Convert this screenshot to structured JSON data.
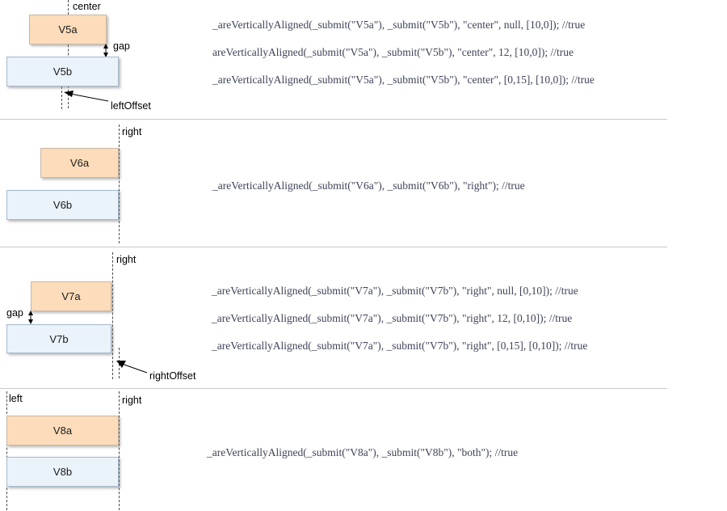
{
  "sections": [
    {
      "labels": {
        "guide": "center",
        "gap": "gap",
        "offset": "leftOffset"
      },
      "box_a": "V5a",
      "box_b": "V5b",
      "code": [
        "_areVerticallyAligned(_submit(\"V5a\"), _submit(\"V5b\"), \"center\", null, [10,0]); //true",
        "areVerticallyAligned(_submit(\"V5a\"), _submit(\"V5b\"), \"center\", 12, [10,0]); //true",
        "_areVerticallyAligned(_submit(\"V5a\"), _submit(\"V5b\"), \"center\", [0,15], [10,0]); //true"
      ]
    },
    {
      "labels": {
        "guide": "right"
      },
      "box_a": "V6a",
      "box_b": "V6b",
      "code": [
        "_areVerticallyAligned(_submit(\"V6a\"), _submit(\"V6b\"), \"right\"); //true"
      ]
    },
    {
      "labels": {
        "guide": "right",
        "gap": "gap",
        "offset": "rightOffset"
      },
      "box_a": "V7a",
      "box_b": "V7b",
      "code": [
        "_areVerticallyAligned(_submit(\"V7a\"), _submit(\"V7b\"), \"right\", null, [0,10]); //true",
        "_areVerticallyAligned(_submit(\"V7a\"), _submit(\"V7b\"), \"right\", 12, [0,10]); //true",
        "_areVerticallyAligned(_submit(\"V7a\"), _submit(\"V7b\"), \"right\", [0,15], [0,10]); //true"
      ]
    },
    {
      "labels": {
        "guide_left": "left",
        "guide_right": "right"
      },
      "box_a": "V8a",
      "box_b": "V8b",
      "code": [
        "_areVerticallyAligned(_submit(\"V8a\"), _submit(\"V8b\"), \"both\"); //true"
      ]
    }
  ],
  "colors": {
    "box_a_fill": "#fcdcba",
    "box_a_border": "#c9b9a4",
    "box_b_fill": "#eaf2fa",
    "box_b_border": "#a6bacd",
    "code_text": "#3f4358",
    "guide_line": "#4a4a4a",
    "separator": "#c9c9c9"
  }
}
